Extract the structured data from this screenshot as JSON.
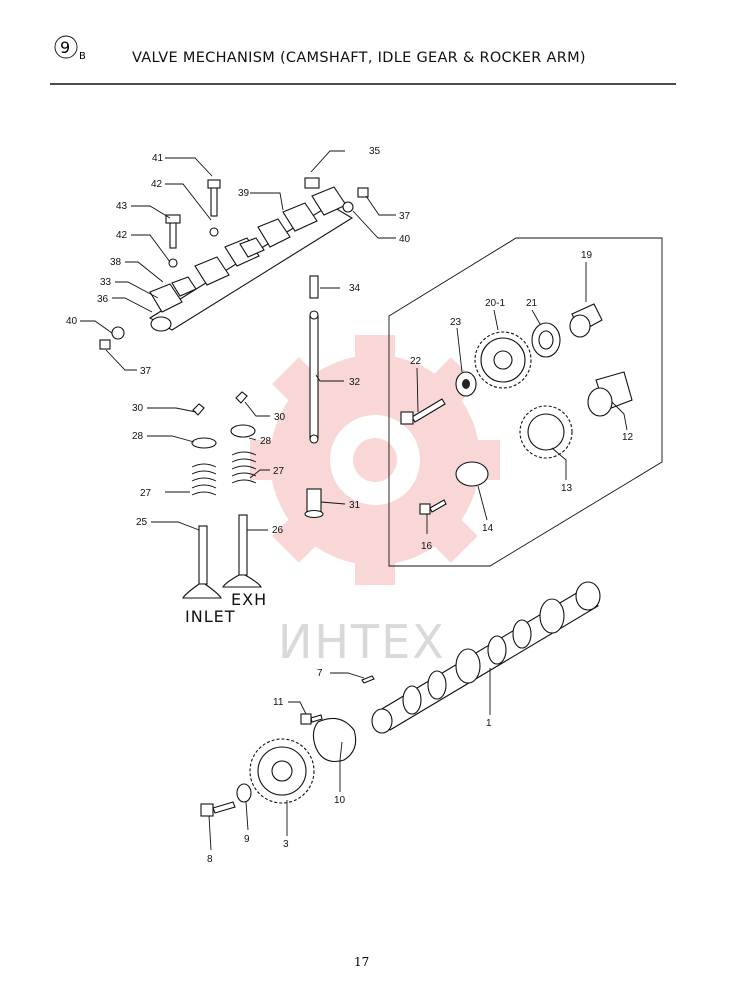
{
  "header": {
    "section_number": "9",
    "section_suffix": "B",
    "title": "VALVE MECHANISM (CAMSHAFT, IDLE GEAR & ROCKER ARM)"
  },
  "labels": {
    "inlet": "INLET",
    "exhaust": "EXH"
  },
  "watermark": "ИНТЕХ",
  "page_number": "17",
  "callouts": {
    "c41": "41",
    "c35": "35",
    "c42a": "42",
    "c39": "39",
    "c37a": "37",
    "c43": "43",
    "c40a": "40",
    "c42b": "42",
    "c38": "38",
    "c34": "34",
    "c33": "33",
    "c36": "36",
    "c40b": "40",
    "c37b": "37",
    "c32": "32",
    "c30a": "30",
    "c30b": "30",
    "c28a": "28",
    "c28b": "28",
    "c27a": "27",
    "c27b": "27",
    "c31": "31",
    "c25": "25",
    "c26": "26",
    "c19": "19",
    "c20": "20-1",
    "c21": "21",
    "c23": "23",
    "c22": "22",
    "c12": "12",
    "c13": "13",
    "c14": "14",
    "c16": "16",
    "c7": "7",
    "c1": "1",
    "c11": "11",
    "c10": "10",
    "c9": "9",
    "c8": "8",
    "c3": "3"
  },
  "colors": {
    "ink": "#111111",
    "watermark_gear": "#f5b8b8",
    "watermark_text": "#d9d9d9"
  }
}
